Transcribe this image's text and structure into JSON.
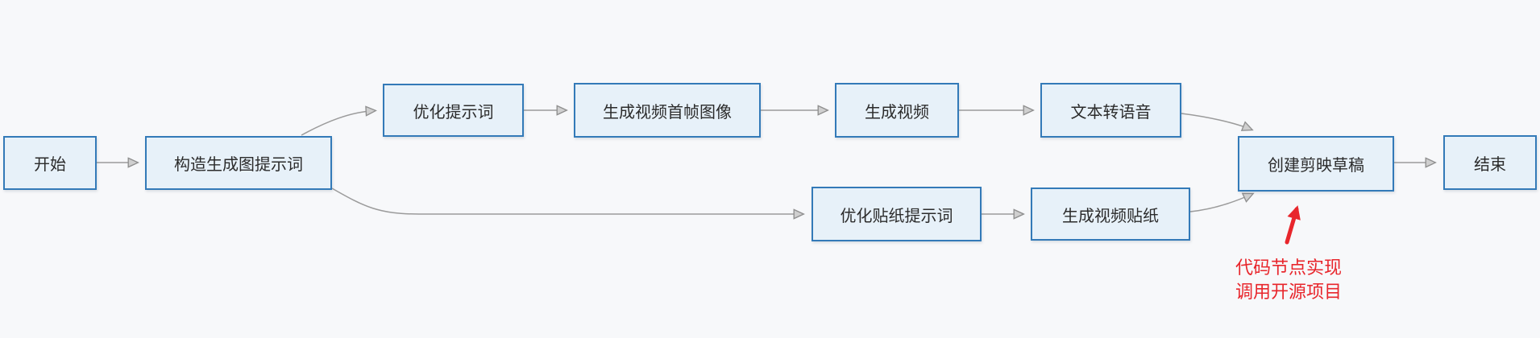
{
  "diagram": {
    "type": "workflow-flowchart",
    "background_color": "#f7f8fa",
    "node_fill_color": "#e7f1f9",
    "node_border_color": "#337ab8",
    "node_text_color": "#2b2b2b",
    "edge_color": "#9b9b9b",
    "annotation_color": "#e8262c"
  },
  "nodes": [
    {
      "id": "start",
      "label": "开始"
    },
    {
      "id": "build-image-prompt",
      "label": "构造生成图提示词"
    },
    {
      "id": "optimize-prompt",
      "label": "优化提示词"
    },
    {
      "id": "gen-video-first-frame",
      "label": "生成视频首帧图像"
    },
    {
      "id": "gen-video",
      "label": "生成视频"
    },
    {
      "id": "text-to-speech",
      "label": "文本转语音"
    },
    {
      "id": "optimize-sticker-prompt",
      "label": "优化贴纸提示词"
    },
    {
      "id": "gen-video-sticker",
      "label": "生成视频贴纸"
    },
    {
      "id": "create-jianying-draft",
      "label": "创建剪映草稿"
    },
    {
      "id": "end",
      "label": "结束"
    }
  ],
  "edges": [
    {
      "from": "start",
      "to": "build-image-prompt"
    },
    {
      "from": "build-image-prompt",
      "to": "optimize-prompt"
    },
    {
      "from": "optimize-prompt",
      "to": "gen-video-first-frame"
    },
    {
      "from": "gen-video-first-frame",
      "to": "gen-video"
    },
    {
      "from": "gen-video",
      "to": "text-to-speech"
    },
    {
      "from": "text-to-speech",
      "to": "create-jianying-draft"
    },
    {
      "from": "build-image-prompt",
      "to": "optimize-sticker-prompt"
    },
    {
      "from": "optimize-sticker-prompt",
      "to": "gen-video-sticker"
    },
    {
      "from": "gen-video-sticker",
      "to": "create-jianying-draft"
    },
    {
      "from": "create-jianying-draft",
      "to": "end"
    }
  ],
  "annotation": {
    "line1": "代码节点实现",
    "line2": "调用开源项目",
    "target": "create-jianying-draft"
  }
}
